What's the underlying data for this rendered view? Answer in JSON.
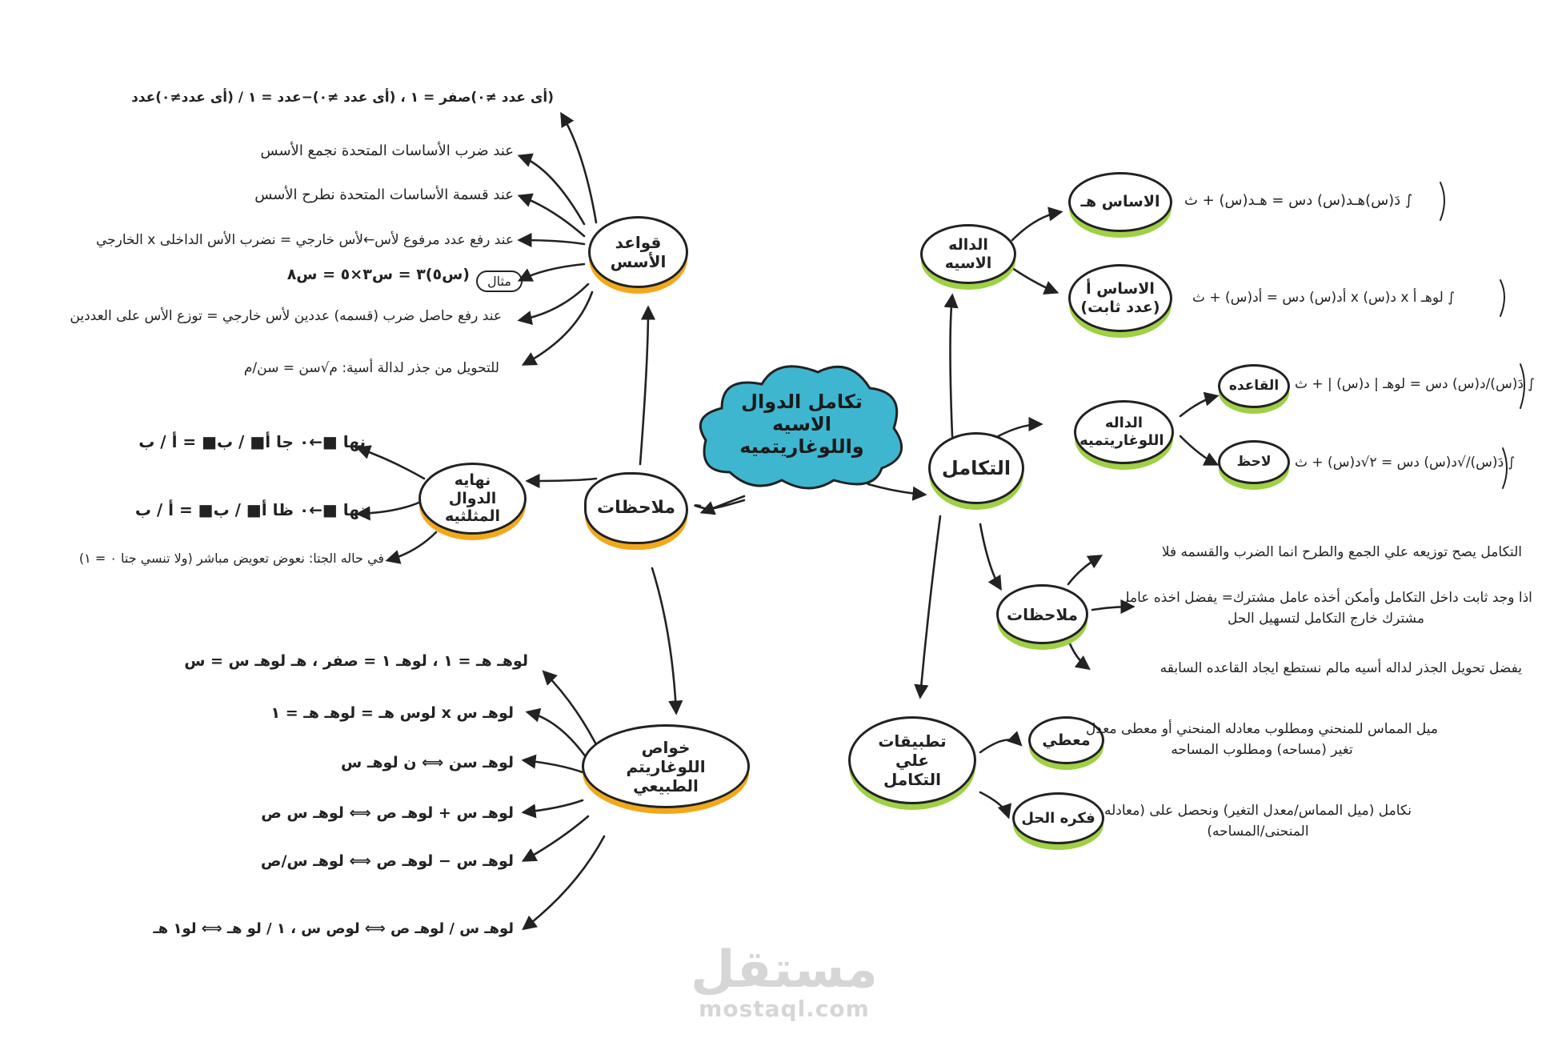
{
  "center": {
    "title": "تكامل الدوال الاسيه واللوغاريتميه"
  },
  "nodes": {
    "notes_main": "ملاحظات",
    "power_rules": "قواعد الأسس",
    "trig_limits": "نهايه الدوال المثلثيه",
    "ln_props": "خواص اللوغاريتم الطبيعي",
    "integration": "التكامل",
    "exp_func": "الداله الاسيه",
    "base_e": "الاساس هـ",
    "base_a": "الاساس أ (عدد ثابت)",
    "log_func": "الداله اللوغاريتميه",
    "rule": "القاعده",
    "note": "لاحظ",
    "int_notes": "ملاحظات",
    "applications": "تطبيقات علي التكامل",
    "given": "معطي",
    "solution_idea": "فكره الحل"
  },
  "power_rules_items": [
    "(أى عدد ≠٠)صفر = ١ ، (أى عدد ≠٠)−عدد = ١ / (أى عدد≠٠)عدد",
    "عند ضرب الأساسات المتحدة نجمع الأسس",
    "عند قسمة الأساسات المتحدة نطرح الأسس",
    "عند رفع عدد مرفوع لأس←لأس خارجي = نضرب الأس الداخلى x الخارجي",
    "مثال",
    "(س٥)٣ = س٣×٥ = س٨",
    "عند رفع حاصل ضرب (قسمه) عددين لأس خارجي = توزع الأس على العددين",
    "للتحويل من جذر لدالة أسية: م√سن = سن/م"
  ],
  "trig_items": [
    "نها ■←٠ جا أ■ / ب■ = أ / ب",
    "نها ■←٠ ظا أ■ / ب■ = أ / ب",
    "في حاله الجتا: نعوض تعويض مباشر (ولا تنسي جتا ٠ = ١)"
  ],
  "ln_items": [
    "لوهـ هـ = ١ ، لوهـ ١ = صفر ، هـ لوهـ س = س",
    "لوهـ س x لوس هـ = لوهـ هـ = ١",
    "لوهـ سن ⟺ ن لوهـ س",
    "لوهـ س + لوهـ ص ⟺ لوهـ س ص",
    "لوهـ س − لوهـ ص ⟺ لوهـ س/ص",
    "لوهـ س / لوهـ ص ⟺ لوص س ، ١ / لو هـ ⟺ لو١ هـ"
  ],
  "formulas": {
    "base_e": "∫ دَ(س)هـد(س) دس = هـد(س) + ث",
    "base_a": "∫ لوهـ أ x د(س) x أد(س) دس = أد(س) + ث",
    "rule": "∫ دَ(س)/د(س) دس = لوهـ | د(س) | + ث",
    "note": "∫ دَ(س)/√د(س) دس = ٢√د(س) + ث"
  },
  "int_notes_items": [
    "التكامل يصح توزيعه علي الجمع والطرح انما الضرب والقسمه فلا",
    "اذا وجد ثابت داخل التكامل وأمكن أخذه عامل مشترك= يفضل اخذه عامل مشترك خارج التكامل لتسهيل الحل",
    "يفضل تحويل الجذر لداله أسيه مالم نستطع ايجاد القاعده السابقه"
  ],
  "app_items": {
    "given": "ميل المماس للمنحني ومطلوب معادله المنحني أو معطى معدل تغير (مساحه) ومطلوب المساحه",
    "solution": "نكامل (ميل المماس/معدل التغير) ونحصل على (معادله المنحنى/المساحه)"
  },
  "watermark": {
    "arabic": "مستقل",
    "latin": "mostaql.com"
  },
  "colors": {
    "orange": "#f3a81c",
    "green": "#9fd045",
    "cloud": "#3fb6d0",
    "ink": "#222222"
  }
}
